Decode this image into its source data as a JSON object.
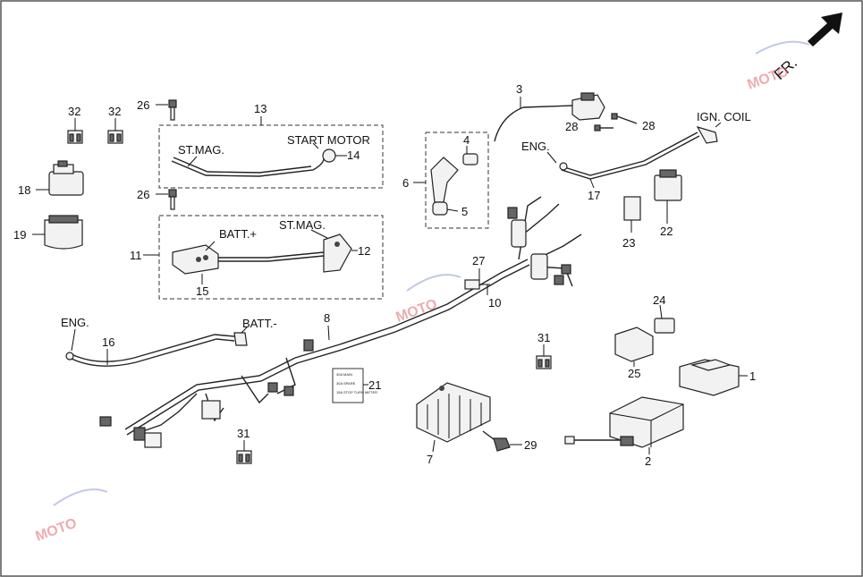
{
  "callouts": {
    "c1": "1",
    "c2": "2",
    "c3": "3",
    "c4": "4",
    "c5": "5",
    "c6": "6",
    "c7": "7",
    "c8": "8",
    "c10": "10",
    "c11": "11",
    "c12": "12",
    "c13": "13",
    "c14": "14",
    "c15": "15",
    "c16": "16",
    "c17": "17",
    "c18": "18",
    "c19": "19",
    "c21": "21",
    "c22": "22",
    "c23": "23",
    "c24": "24",
    "c25": "25",
    "c26a": "26",
    "c26b": "26",
    "c27": "27",
    "c28a": "28",
    "c28b": "28",
    "c29": "29",
    "c31a": "31",
    "c31b": "31",
    "c32a": "32",
    "c32b": "32"
  },
  "labels": {
    "st_mag_13": "ST.MAG.",
    "start_motor": "START MOTOR",
    "batt_plus": "BATT.+",
    "st_mag_11": "ST.MAG.",
    "eng_16": "ENG.",
    "batt_minus": "BATT.-",
    "eng_17": "ENG.",
    "ign_coil": "IGN. COIL",
    "front": "FR."
  },
  "fuse_label": {
    "line1": "30A MAIN",
    "line2": "30A SPARE",
    "line3": "15A STOP TURN METER"
  },
  "watermark": {
    "brand": "MOTO"
  }
}
